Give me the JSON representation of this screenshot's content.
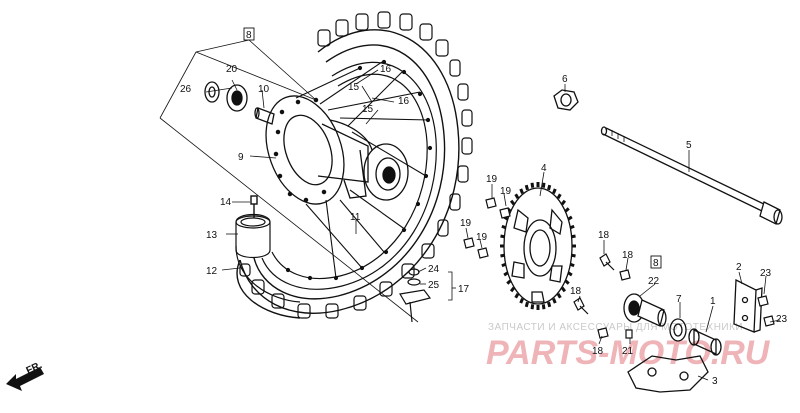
{
  "callouts": {
    "c1": "1",
    "c2": "2",
    "c3": "3",
    "c4": "4",
    "c5": "5",
    "c6": "6",
    "c7": "7",
    "c8": "8",
    "c9": "9",
    "c10": "10",
    "c11": "11",
    "c12": "12",
    "c13": "13",
    "c14": "14",
    "c15a": "15",
    "c15b": "15",
    "c16a": "16",
    "c16b": "16",
    "c17": "17",
    "c18a": "18",
    "c18b": "18",
    "c18c": "18",
    "c18d": "18",
    "c19a": "19",
    "c19b": "19",
    "c19c": "19",
    "c19d": "19",
    "c20": "20",
    "c21": "21",
    "c22": "22",
    "c23a": "23",
    "c23b": "23",
    "c24": "24",
    "c25": "25",
    "c26": "26",
    "c8box": "8"
  },
  "direction_label": "FR.",
  "watermark": {
    "small": "ЗАПЧАСТИ И АКСЕССУАРЫ ДЛЯ МОТОТЕХНИКИ",
    "brand": "PARTS-MOTO.RU"
  },
  "colors": {
    "line": "#111111",
    "watermark": "#e9a3a8"
  }
}
